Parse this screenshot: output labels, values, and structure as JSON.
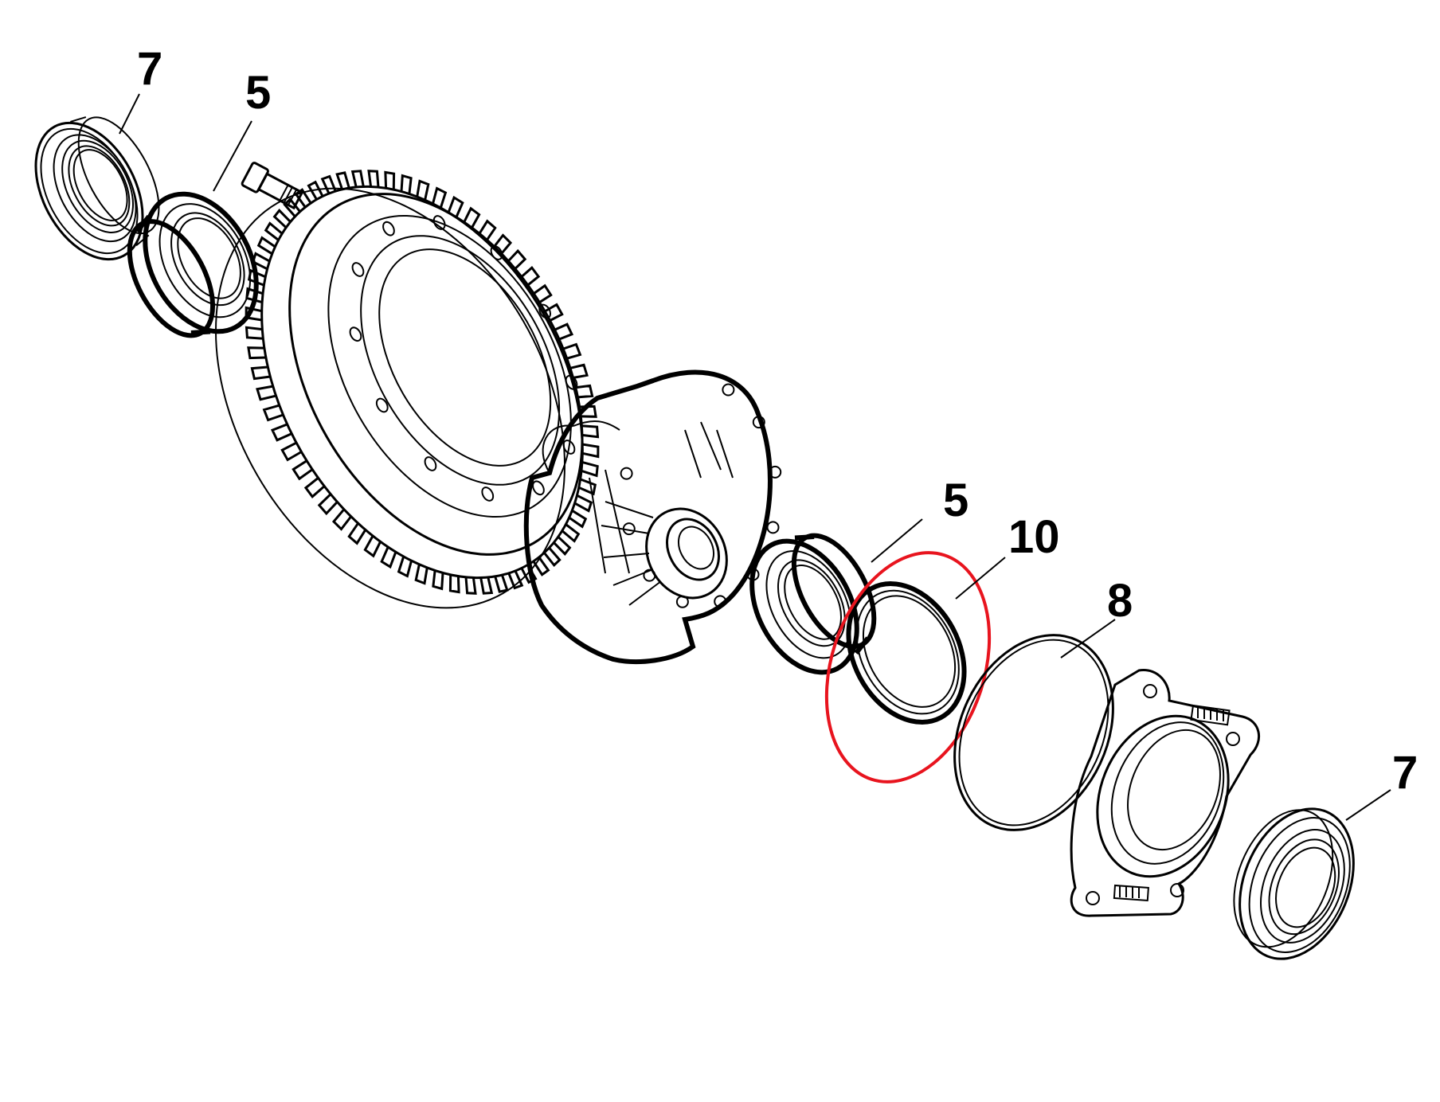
{
  "callouts": {
    "seal_left": "7",
    "bearing_left": "5",
    "bearing_right": "5",
    "seal_ring": "10",
    "o_ring": "8",
    "seal_right": "7"
  },
  "highlight": {
    "color": "#e8141e"
  }
}
